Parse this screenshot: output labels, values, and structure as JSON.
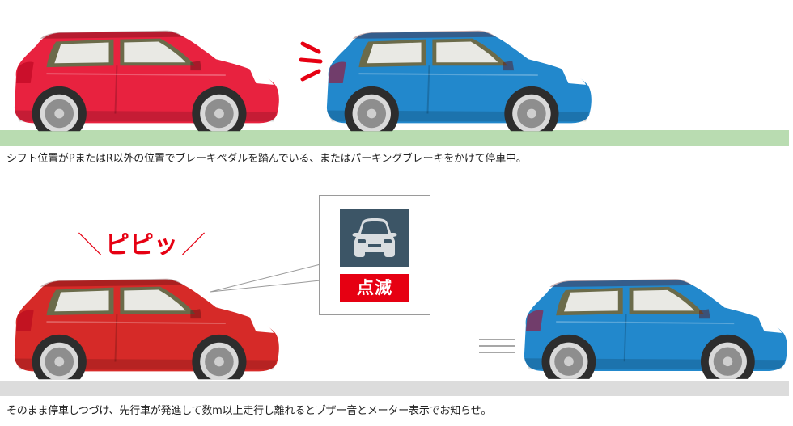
{
  "captions": {
    "top": "シフト位置がPまたはR以外の位置でブレーキペダルを踏んでいる、またはパーキングブレーキをかけて停車中。",
    "bottom": "そのまま停車しつづけ、先行車が発進して数m以上走行し離れるとブザー音とメーター表示でお知らせ。"
  },
  "sound_effect": {
    "slash_left": "＼",
    "text": "ピピッ",
    "slash_right": "／"
  },
  "warning": {
    "label": "点滅",
    "icon": "car-front-icon"
  },
  "colors": {
    "own_car": "#e8223f",
    "own_car_bottom": "#d62a28",
    "lead_car": "#2288cc",
    "brake_flash": "#e60012",
    "sound_text": "#e60012",
    "warning_tile": "#3c5566",
    "warning_label_bg": "#e60012",
    "ground_top": "#b9dcb1",
    "ground_bottom": "#dcdcdc"
  }
}
